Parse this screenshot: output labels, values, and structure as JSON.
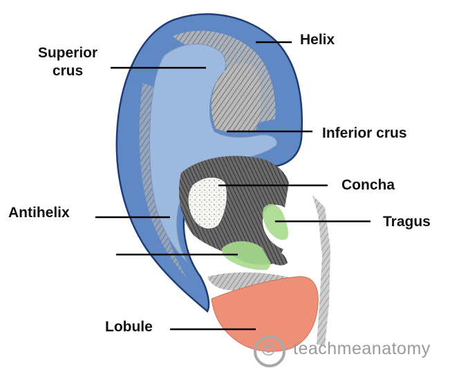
{
  "labels": {
    "helix": "Helix",
    "superior_crus_line1": "Superior",
    "superior_crus_line2": "crus",
    "inferior_crus": "Inferior crus",
    "concha": "Concha",
    "antihelix": "Antihelix",
    "tragus": "Tragus",
    "lobule": "Lobule"
  },
  "watermark": {
    "symbol": "©",
    "text": "teachmeanatomy"
  },
  "colors": {
    "helix_blue": "#5f88c4",
    "antihelix_light_blue": "#9db9dd",
    "tragus_green": "#a8dc8e",
    "lobule_salmon": "#ee8f78",
    "concha_white": "#f6f6f2",
    "shading_gray": "#8a8a8a",
    "label_text": "#111111",
    "watermark_gray": "#9a9a9a"
  }
}
